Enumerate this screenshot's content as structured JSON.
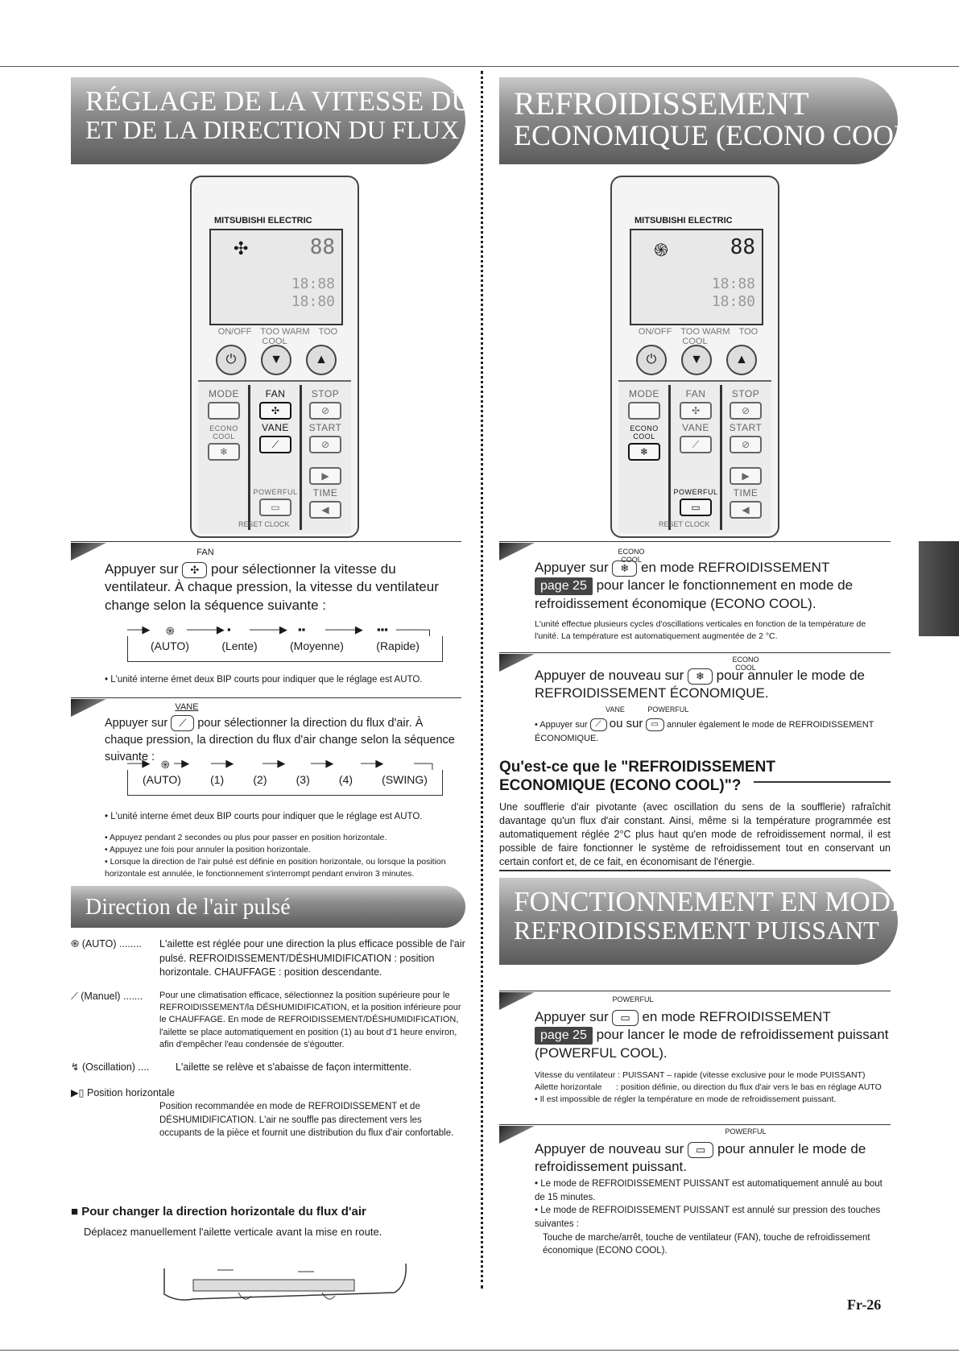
{
  "page_number": "Fr-26",
  "sections": {
    "fan": {
      "banner_line1": "RÉGLAGE DE LA VITESSE DU VENTILATEUR",
      "banner_line2": "ET DE LA DIRECTION DU FLUX D'AIR",
      "step1": {
        "button_label": "FAN",
        "text_before": "Appuyer sur",
        "text_after": "pour sélectionner la vitesse du ventilateur. À chaque pression, la vitesse du ventilateur change selon la séquence suivante :",
        "sequence": [
          "(AUTO)",
          "(Lente)",
          "(Moyenne)",
          "(Rapide)"
        ],
        "note": "• L'unité interne émet deux BIP courts pour indiquer que le réglage est AUTO."
      },
      "step2": {
        "button_label": "VANE",
        "text_before": "Appuyer sur",
        "text_after": "pour sélectionner la direction du flux d'air. À chaque pression, la direction du flux d'air change selon la séquence suivante :",
        "sequence": [
          "(AUTO)",
          "(1)",
          "(2)",
          "(3)",
          "(4)",
          "(SWING)"
        ],
        "notes": [
          "• L'unité interne émet deux BIP courts pour indiquer que le réglage est AUTO.",
          "• Appuyez pendant 2 secondes ou plus pour passer en position horizontale.",
          "• Appuyez une fois pour annuler la position horizontale.",
          "• Lorsque la direction de l'air pulsé est définie en position horizontale, ou lorsque la position horizontale est annulée, le fonctionnement s'interrompt pendant environ 3 minutes."
        ]
      }
    },
    "direction": {
      "banner": "Direction de l'air pulsé",
      "items": [
        {
          "label": "(AUTO) ........",
          "text": "L'ailette est réglée pour une direction la plus efficace possible de l'air pulsé. REFROIDISSEMENT/DÉSHUMIDIFICATION : position horizontale. CHAUFFAGE : position descendante."
        },
        {
          "label": "(Manuel) .......",
          "text": "Pour une climatisation efficace, sélectionnez la position supérieure pour le REFROIDISSEMENT/la DÉSHUMIDIFICATION, et la position inférieure pour le CHAUFFAGE. En mode de REFROIDISSEMENT/DÉSHUMIDIFICATION, l'ailette se place automatiquement en position (1) au bout d'1 heure environ, afin d'empêcher l'eau condensée de s'égoutter."
        },
        {
          "label": "(Oscillation) ....",
          "text": "L'ailette se relève et s'abaisse de façon intermittente."
        },
        {
          "label": "Position horizontale",
          "text": "Position recommandée en mode de REFROIDISSEMENT et de DÉSHUMIDIFICATION. L'air ne souffle pas directement vers les occupants de la pièce et fournit une distribution du flux d'air confortable."
        }
      ],
      "subheading": "Pour changer la direction horizontale du flux d'air",
      "subtext": "Déplacez manuellement l'ailette verticale avant la mise en route."
    },
    "econo": {
      "banner_line1": "REFROIDISSEMENT",
      "banner_line2": "ECONOMIQUE (ECONO COOL)",
      "step1": {
        "button_label": "ECONO COOL",
        "text_before": "Appuyer sur",
        "text_middle": "en mode REFROIDISSEMENT",
        "page_ref": "page 25",
        "text_after": "pour lancer le fonctionnement en mode de refroidissement économique (ECONO COOL).",
        "note": "L'unité effectue plusieurs cycles d'oscillations verticales en fonction de la température de l'unité. La température est automatiquement augmentée de 2 °C."
      },
      "step2": {
        "button_label": "ECONO COOL",
        "text_before": "Appuyer de nouveau sur",
        "text_after": "pour annuler le mode de REFROIDISSEMENT ÉCONOMIQUE.",
        "label_vane": "VANE",
        "label_powerful": "POWERFUL",
        "note_before": "• Appuyer sur",
        "note_ou": "ou sur",
        "note_after": "annuler également le mode de REFROIDISSEMENT ÉCONOMIQUE."
      },
      "question_line1": "Qu'est-ce que le \"REFROIDISSEMENT",
      "question_line2": "ECONOMIQUE (ECONO COOL)\"?",
      "answer": "Une soufflerie d'air pivotante (avec oscillation du sens de la soufflerie) rafraîchit davantage qu'un flux d'air constant. Ainsi, même si la température programmée est automatiquement réglée 2°C plus haut qu'en mode de refroidissement normal, il est possible de faire fonctionner le système de refroidissement tout en conservant un certain confort et, de ce fait, en économisant de l'énergie."
    },
    "powerful": {
      "banner_line1": "FONCTIONNEMENT EN MODE DE",
      "banner_line2": "REFROIDISSEMENT PUISSANT",
      "step1": {
        "button_label": "POWERFUL",
        "text_before": "Appuyer sur",
        "text_middle": "en mode REFROIDISSEMENT",
        "page_ref": "page 25",
        "text_after": "pour lancer le mode de refroidissement puissant (POWERFUL COOL).",
        "notes": [
          "Vitesse du ventilateur : PUISSANT – rapide (vitesse exclusive pour le mode PUISSANT)",
          "Ailette horizontale      : position définie, ou direction du flux d'air vers le bas en réglage AUTO",
          "• Il est impossible de régler la température en mode de refroidissement puissant."
        ]
      },
      "step2": {
        "button_label": "POWERFUL",
        "text_before": "Appuyer de nouveau sur",
        "text_after": "pour annuler le mode de refroidissement puissant.",
        "notes": [
          "• Le mode de REFROIDISSEMENT PUISSANT est automatiquement annulé au bout de 15 minutes.",
          "• Le mode de REFROIDISSEMENT PUISSANT est annulé sur pression des touches suivantes :",
          "Touche de marche/arrêt, touche de ventilateur (FAN), touche de refroidissement économique (ECONO COOL)."
        ]
      }
    }
  },
  "remote": {
    "brand": "MITSUBISHI ELECTRIC",
    "lcd_digits": "88",
    "lcd_clock1": "18:88",
    "lcd_clock2": "18:80",
    "label_onoff": "ON/OFF",
    "label_toowarm": "TOO WARM",
    "label_toocool": "TOO COOL",
    "label_mode": "MODE",
    "label_fan": "FAN",
    "label_stop": "STOP",
    "label_econo": "ECONO COOL",
    "label_vane": "VANE",
    "label_start": "START",
    "label_powerful": "POWERFUL",
    "label_time": "TIME",
    "label_reset": "RESET",
    "label_clock": "CLOCK"
  }
}
